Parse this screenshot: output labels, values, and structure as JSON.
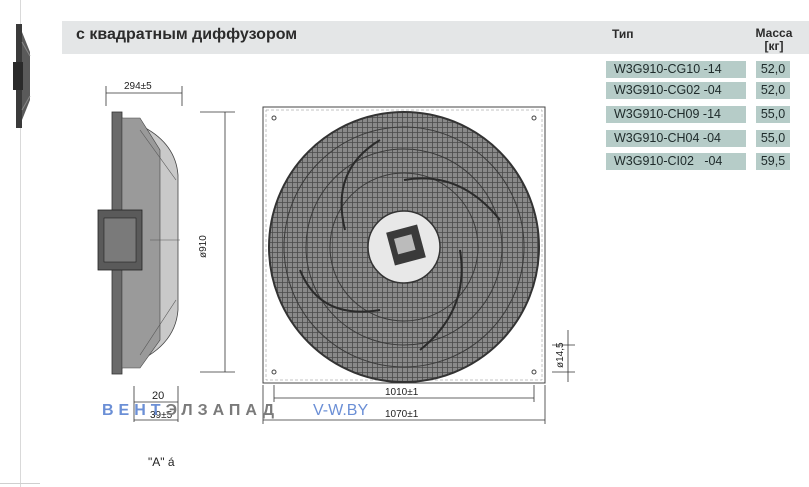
{
  "header": {
    "title": "с квадратным диффузором",
    "col_type": "Тип",
    "col_mass_line1": "Масса",
    "col_mass_line2": "[кг]"
  },
  "table": {
    "rows": [
      {
        "type": "W3G910-CG10 -14",
        "mass": "52,0"
      },
      {
        "type": "W3G910-CG02 -04",
        "mass": "52,0"
      },
      {
        "type": "W3G910-CH09 -14",
        "mass": "55,0"
      },
      {
        "type": "W3G910-CH04 -04",
        "mass": "55,0"
      },
      {
        "type": "W3G910-CI02   -04",
        "mass": "59,5"
      }
    ]
  },
  "drawing": {
    "dim_top": "294±5",
    "dim_height": "ø910",
    "dim_20": "20",
    "dim_bottom_small": "39±5",
    "dim_1010": "1010±1",
    "dim_1070": "1070±1",
    "dim_hole": "ø14,5"
  },
  "watermark": {
    "part1": "ВЕНТ",
    "part2": "ЭЛЗАПАД",
    "part3": "V-W.BY"
  },
  "note": "\"A\" á",
  "colors": {
    "header_bg": "#e4e6e7",
    "cell_bg": "#b6ccc8",
    "watermark_blue": "#6b8fd6"
  }
}
